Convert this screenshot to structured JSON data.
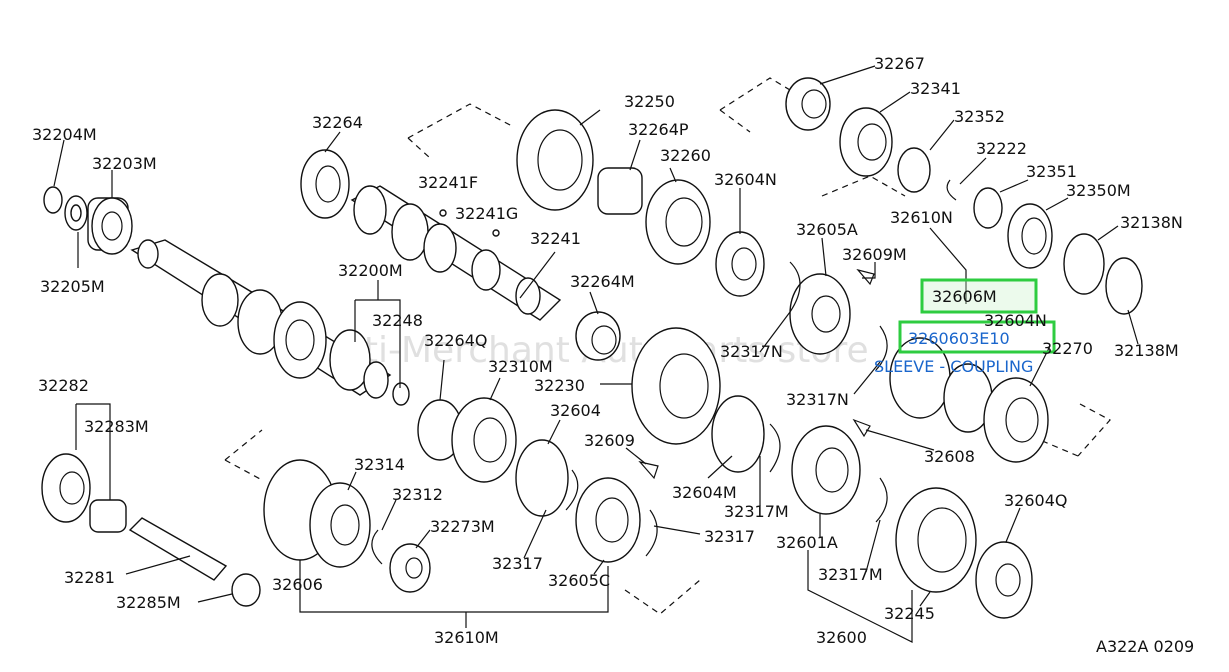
{
  "diagram": {
    "ref_code": "A322A 0209",
    "watermark": "Multi-Merchant Auto Parts store",
    "highlight": {
      "part_label": "32606M",
      "selected_code": "3260603E10",
      "selected_description": "SLEEVE - COUPLING",
      "box_color": "#2ecc40",
      "link_color": "#1a66cc"
    },
    "labels": {
      "l32204M": "32204M",
      "l32203M": "32203M",
      "l32205M": "32205M",
      "l32264": "32264",
      "l32241F": "32241F",
      "l32241G": "32241G",
      "l32241": "32241",
      "l32200M": "32200M",
      "l32248": "32248",
      "l32264Q": "32264Q",
      "l32310M": "32310M",
      "l32230": "32230",
      "l32250": "32250",
      "l32264P": "32264P",
      "l32260": "32260",
      "l32604N_top": "32604N",
      "l32264M": "32264M",
      "l32267": "32267",
      "l32341": "32341",
      "l32352": "32352",
      "l32222": "32222",
      "l32351": "32351",
      "l32350M": "32350M",
      "l32138N": "32138N",
      "l32138M": "32138M",
      "l32610N": "32610N",
      "l32605A": "32605A",
      "l32609_top": "32609M",
      "l32604N_right": "32604N",
      "l32270": "32270",
      "l32317N_a": "32317N",
      "l32317N_b": "32317N",
      "l32608": "32608",
      "l32604": "32604",
      "l32609": "32609",
      "l32604M": "32604M",
      "l32317M_a": "32317M",
      "l32317": "32317",
      "l32317_b": "32317",
      "l32605C": "32605C",
      "l32601A": "32601A",
      "l32317M_b": "32317M",
      "l32604Q": "32604Q",
      "l32245": "32245",
      "l32600": "32600",
      "l32282": "32282",
      "l32283M": "32283M",
      "l32281": "32281",
      "l32285M": "32285M",
      "l32314": "32314",
      "l32312": "32312",
      "l32273M": "32273M",
      "l32606": "32606",
      "l32610M": "32610M"
    }
  }
}
